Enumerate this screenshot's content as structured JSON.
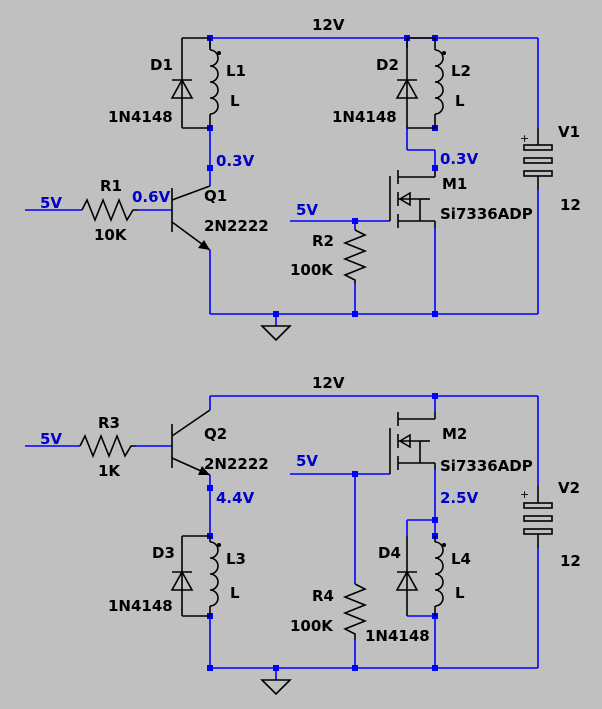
{
  "top": {
    "supply_net": "12V",
    "d1": {
      "name": "D1",
      "model": "1N4148"
    },
    "l1": {
      "name": "L1",
      "value": "L"
    },
    "d2": {
      "name": "D2",
      "model": "1N4148"
    },
    "l2": {
      "name": "L2",
      "value": "L"
    },
    "v1": {
      "name": "V1",
      "value": "12",
      "plus": "+"
    },
    "q1": {
      "name": "Q1",
      "model": "2N2222"
    },
    "r1": {
      "name": "R1",
      "value": "10K"
    },
    "r2": {
      "name": "R2",
      "value": "100K"
    },
    "m1": {
      "name": "M1",
      "model": "Si7336ADP"
    },
    "input_net": "5V",
    "gate_net": "5V",
    "q1_collector_voltage": "0.3V",
    "q1_base_voltage": "0.6V",
    "m1_drain_voltage": "0.3V"
  },
  "bottom": {
    "supply_net": "12V",
    "q2": {
      "name": "Q2",
      "model": "2N2222"
    },
    "r3": {
      "name": "R3",
      "value": "1K"
    },
    "m2": {
      "name": "M2",
      "model": "Si7336ADP"
    },
    "v2": {
      "name": "V2",
      "value": "12",
      "plus": "+"
    },
    "d3": {
      "name": "D3",
      "model": "1N4148"
    },
    "l3": {
      "name": "L3",
      "value": "L"
    },
    "d4": {
      "name": "D4",
      "model": "1N4148"
    },
    "l4": {
      "name": "L4",
      "value": "L"
    },
    "r4": {
      "name": "R4",
      "value": "100K"
    },
    "input_net": "5V",
    "gate_net": "5V",
    "q2_emitter_voltage": "4.4V",
    "m2_source_voltage": "2.5V"
  }
}
